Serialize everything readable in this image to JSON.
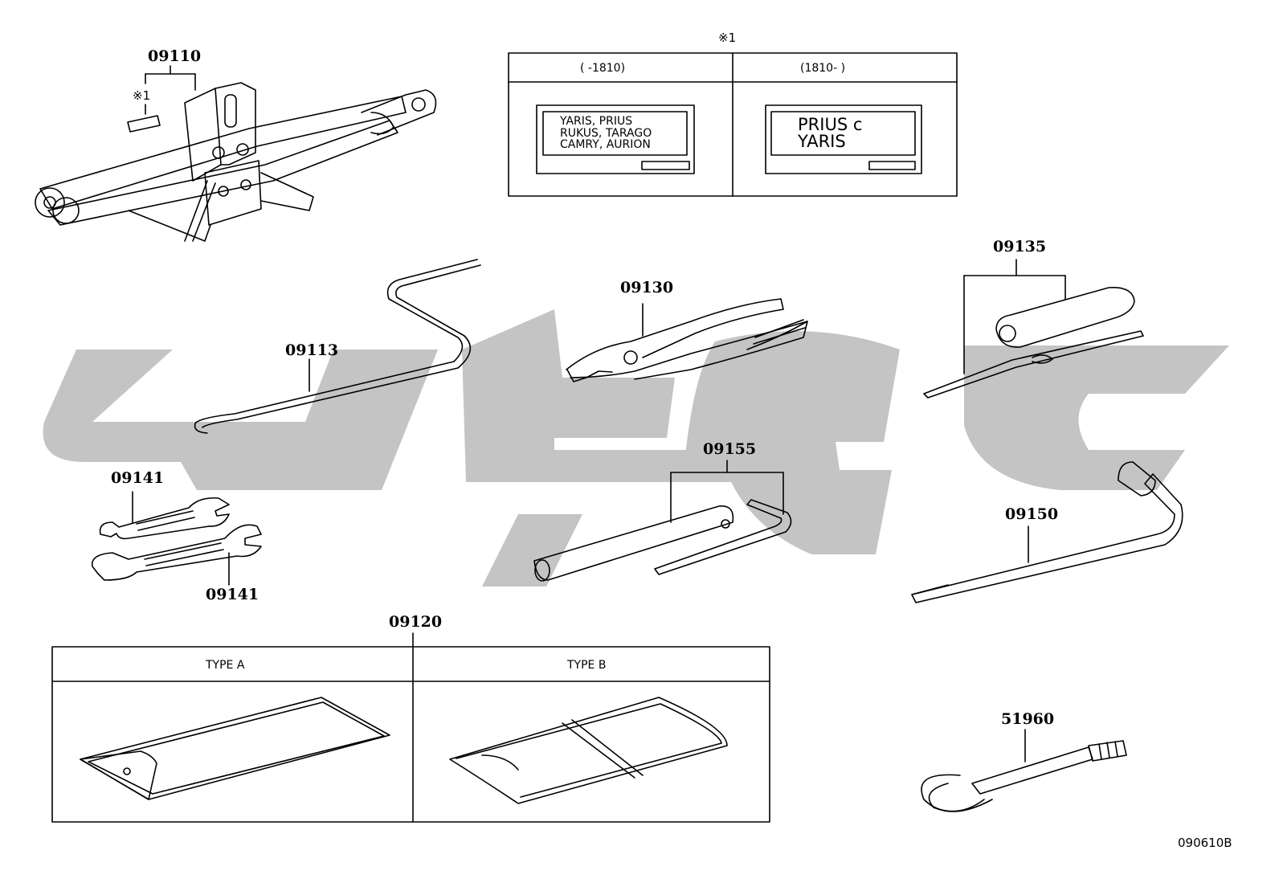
{
  "watermark": {
    "color": "#c4c4c4"
  },
  "parts": {
    "jack": "09110",
    "jack_handle": "09113",
    "pliers": "09130",
    "screwdriver": "09135",
    "wrench_top": "09141",
    "wrench_bottom": "09141",
    "plug_wrench": "09155",
    "wheel_wrench": "09150",
    "tool_bag": "09120",
    "towing_eye": "51960"
  },
  "note": {
    "mark": "※1",
    "jack_mark": "※1"
  },
  "label_table": {
    "col_left_header": "(      -1810)",
    "col_right_header": "(1810-      )",
    "left_label_lines": [
      "YARIS, PRIUS",
      "RUKUS, TARAGO",
      "CAMRY, AURION"
    ],
    "right_label_lines": [
      "PRIUS c",
      "YARIS"
    ]
  },
  "bag_table": {
    "type_a": "TYPE A",
    "type_b": "TYPE B"
  },
  "diagram_code": "090610B"
}
